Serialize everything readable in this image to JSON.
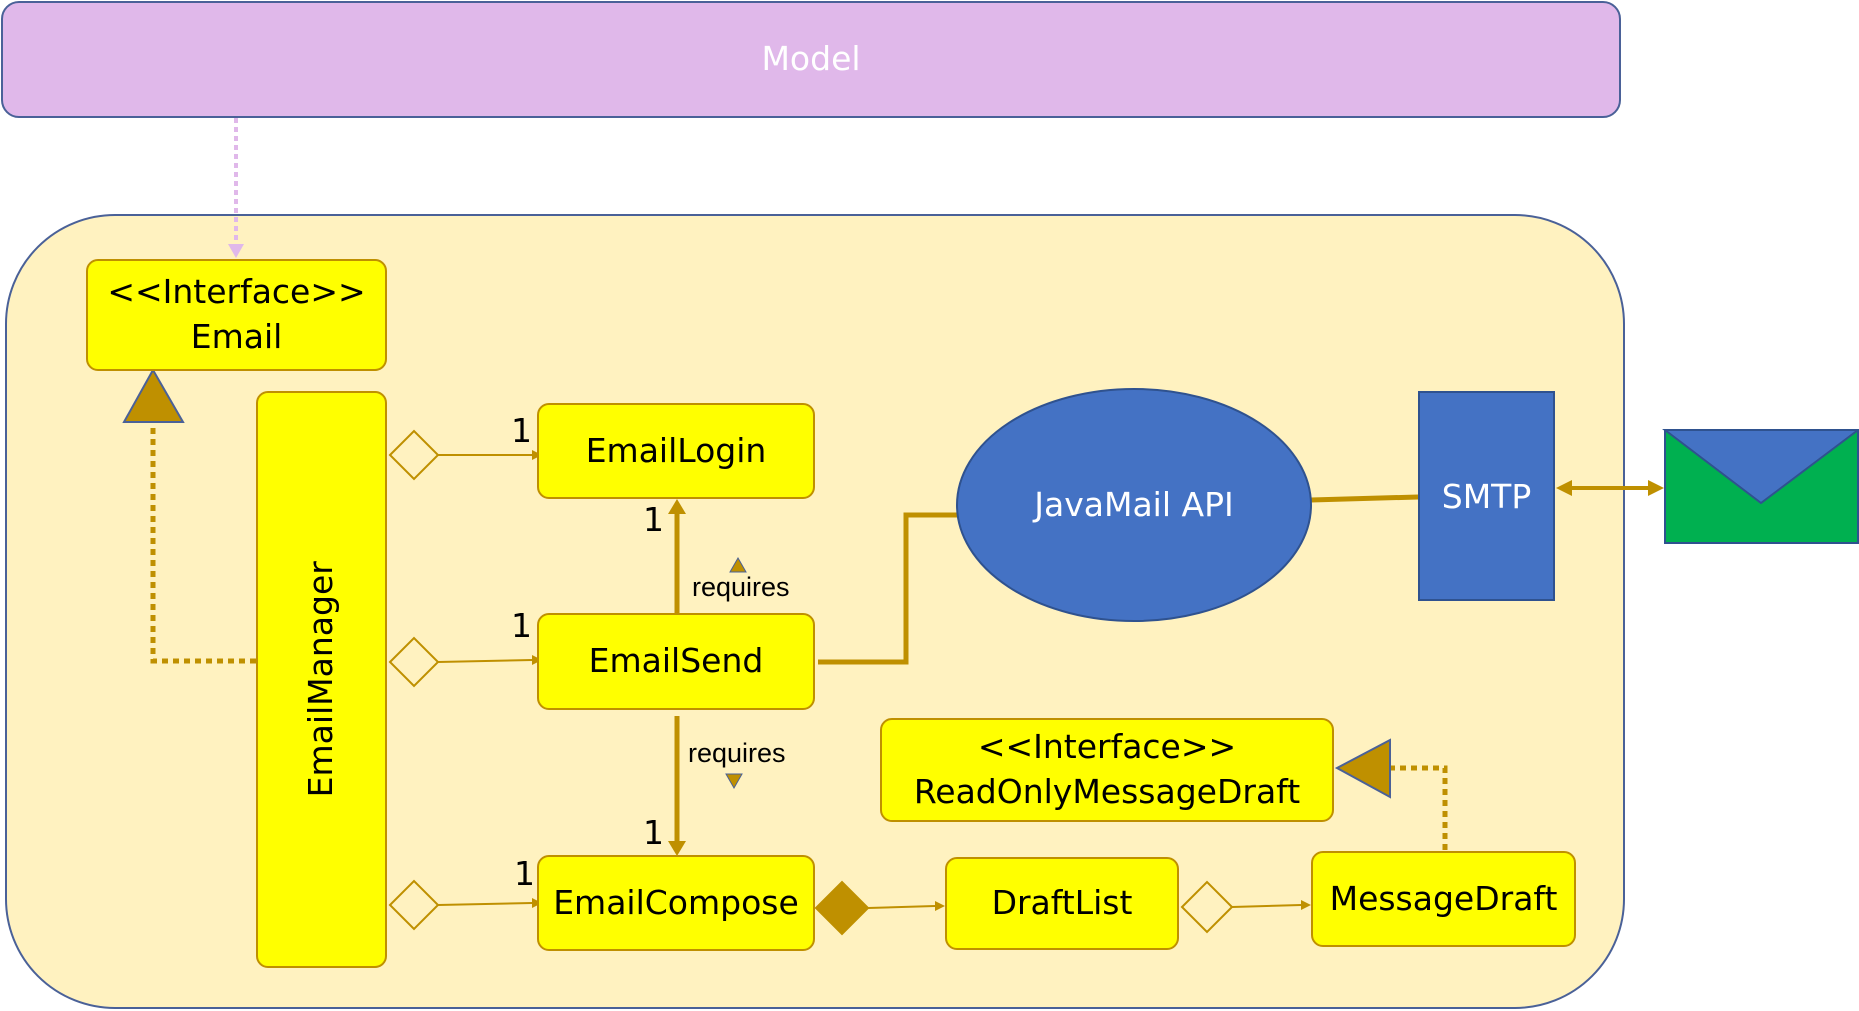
{
  "model": {
    "label": "Model"
  },
  "interface_email": {
    "stereotype": "<<Interface>>",
    "name": "Email"
  },
  "email_manager": {
    "label": "EmailManager"
  },
  "email_login": {
    "label": "EmailLogin"
  },
  "email_send": {
    "label": "EmailSend"
  },
  "email_compose": {
    "label": "EmailCompose"
  },
  "draft_list": {
    "label": "DraftList"
  },
  "message_draft": {
    "label": "MessageDraft"
  },
  "interface_readonly": {
    "stereotype": "<<Interface>>",
    "name": "ReadOnlyMessageDraft"
  },
  "javamail": {
    "label": "JavaMail API"
  },
  "smtp": {
    "label": "SMTP"
  },
  "relations": {
    "requires_up": "requires",
    "requires_down": "requires"
  },
  "multiplicities": {
    "login_from_manager": "1",
    "login_from_send": "1",
    "send_from_manager": "1",
    "compose_from_send": "1",
    "compose_from_manager": "1"
  },
  "colors": {
    "model_fill": "#e0b8ea",
    "component_fill": "#fff2c0",
    "class_fill": "#ffff00",
    "connector": "#bf9000",
    "blue": "#4472c4",
    "mail_green": "#00b050"
  }
}
